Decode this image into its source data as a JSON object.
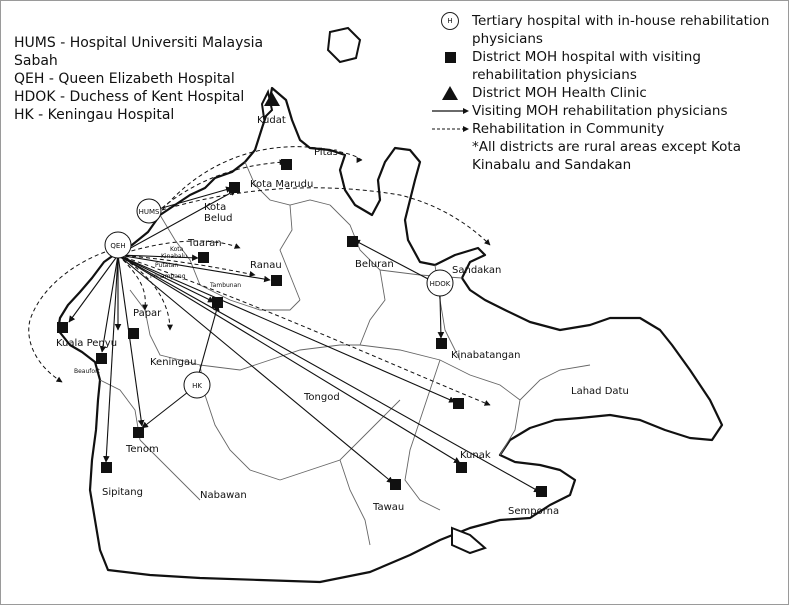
{
  "abbreviations": [
    "HUMS - Hospital Universiti Malaysia Sabah",
    "QEH - Queen Elizabeth Hospital",
    "HDOK - Duchess of Kent Hospital",
    "HK - Keningau Hospital"
  ],
  "legend": {
    "tertiary": {
      "symbol_label": "H",
      "text": "Tertiary hospital with in-house rehabilitation physicians"
    },
    "district_hospital": {
      "text": "District MOH hospital with visiting rehabilitation physicians"
    },
    "clinic": {
      "text": "District MOH Health Clinic"
    },
    "visiting": {
      "text": "Visiting MOH rehabilitation physicians"
    },
    "community": {
      "text": "Rehabilitation in Community"
    },
    "note": "*All districts are rural areas except Kota Kinabalu and Sandakan"
  },
  "hospitals": {
    "hums": "HUMS",
    "qeh": "QEH",
    "hdok": "HDOK",
    "hk": "HK"
  },
  "places": {
    "kudat": "Kudat",
    "pitas": "Pitas",
    "kota_marudu": "Kota Marudu",
    "kota_belud_1": "Kota",
    "kota_belud_2": "Belud",
    "tuaran": "Tuaran",
    "kota_kinabalu_1": "Kota",
    "kota_kinabalu_2": "Kinabalu",
    "putatan": "Putatan",
    "penampang": "Penampang",
    "tambunan": "Tambunan",
    "ranau": "Ranau",
    "beluran": "Beluran",
    "sandakan": "Sandakan",
    "papar": "Papar",
    "kuala_penyu": "Kuala Penyu",
    "beaufort": "Beaufort",
    "keningau": "Keningau",
    "kinabatangan": "Kinabatangan",
    "lahad_datu": "Lahad Datu",
    "tongod": "Tongod",
    "tenom": "Tenom",
    "kunak": "Kunak",
    "sipitang": "Sipitang",
    "nabawan": "Nabawan",
    "tawau": "Tawau",
    "semporna": "Semporna"
  }
}
